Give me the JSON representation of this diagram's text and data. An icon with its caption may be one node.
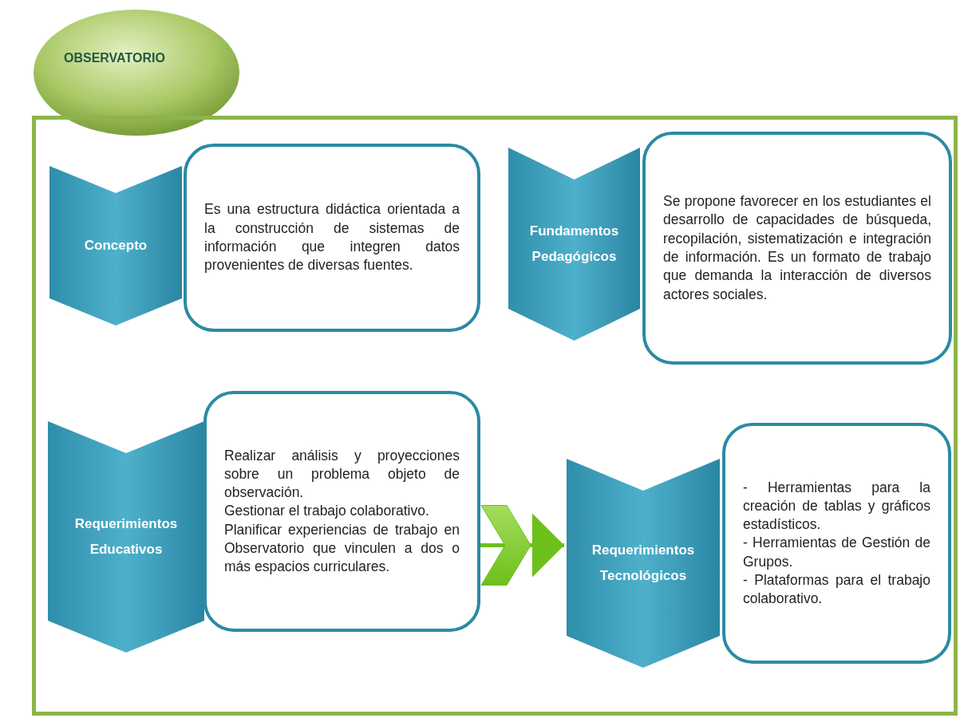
{
  "diagram": {
    "nodes": [
      {
        "text": [
          "OBSERVATORIO"
        ]
      },
      {
        "text": [],
        "shape": "box"
      },
      {
        "text": [
          "Concepto"
        ],
        "in": 1
      },
      {
        "text": [
          "Es una estructura didáctica orientada a la construcción de sistemas de información que integren datos provenientes de diversas fuentes."
        ],
        "in": 1
      },
      {
        "text": [
          "Fundamentos Pedagógicos"
        ],
        "in": 1
      },
      {
        "text": [
          "Se propone favorecer en los estudiantes el desarrollo de capacidades de búsqueda, recopilación, sistematización e integración de información. Es un formato de trabajo que demanda la interacción de diversos actores sociales."
        ],
        "in": 1
      },
      {
        "text": [
          "Requerimientos Educativos"
        ],
        "in": 1
      },
      {
        "text": [
          "Realizar análisis y proyecciones sobre un problema objeto de observación.",
          "Gestionar el trabajo colaborativo.",
          "Planificar experiencias de trabajo en Observatorio que vinculen a dos o más espacios curriculares."
        ],
        "in": 1
      },
      {
        "text": [
          "Requerimientos Tecnológicos"
        ],
        "in": 1
      },
      {
        "text": [
          "- Herramientas para la creación de tablas y gráficos estadísticos.",
          "- Herramientas de Gestión de Grupos.",
          "- Plataformas para el trabajo colaborativo."
        ],
        "in": 1
      }
    ],
    "edges": [
      {
        "from": 7,
        "to": 8,
        "arrow": "to",
        "color": "#6cc01c"
      }
    ]
  }
}
